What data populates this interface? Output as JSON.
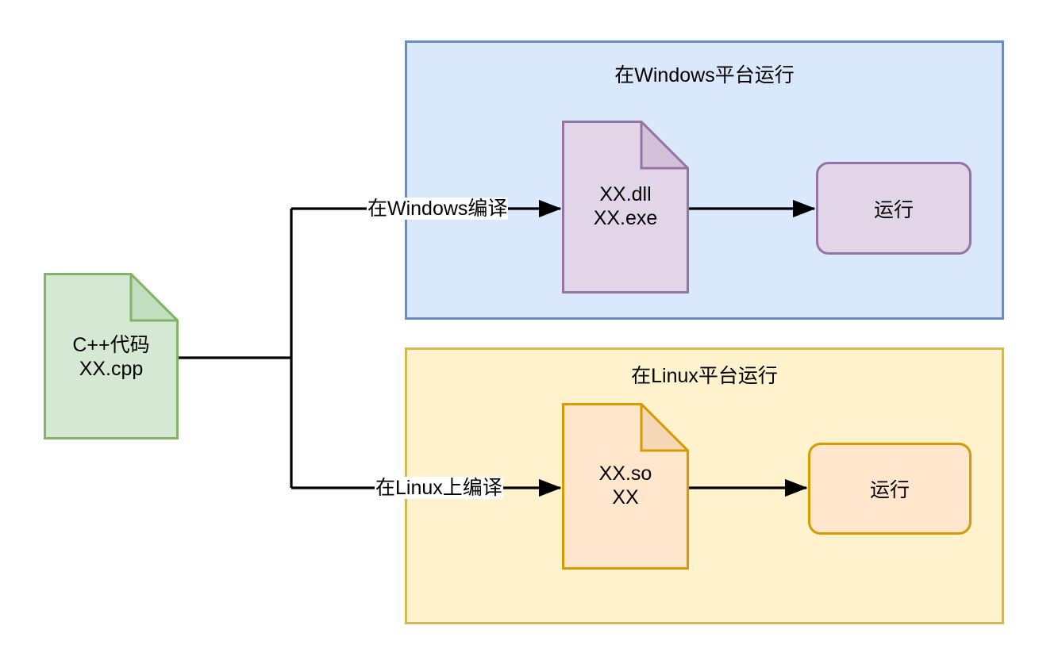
{
  "diagram": {
    "title": "C++ cross-platform compilation flow",
    "background": "#ffffff"
  },
  "nodes": {
    "source": {
      "name": "source-document",
      "shape": "document",
      "line1": "C++代码",
      "line2": "XX.cpp",
      "fill": "#d5e8d4",
      "stroke": "#82b366",
      "fold_fill": "#c3ddc0"
    },
    "windows_artifact": {
      "name": "windows-artifact-document",
      "shape": "document",
      "line1": "XX.dll",
      "line2": "XX.exe",
      "fill": "#e1d5e7",
      "stroke": "#9673a6",
      "fold_fill": "#d3c2da"
    },
    "linux_artifact": {
      "name": "linux-artifact-document",
      "shape": "document",
      "line1": "XX.so",
      "line2": "XX",
      "fill": "#ffe6cc",
      "stroke": "#d79b00",
      "fold_fill": "#f4d7b4"
    },
    "run_windows": {
      "name": "run-windows-node",
      "shape": "rounded-rect",
      "label": "运行",
      "fill": "#e1d5e7",
      "stroke": "#9673a6"
    },
    "run_linux": {
      "name": "run-linux-node",
      "shape": "rounded-rect",
      "label": "运行",
      "fill": "#ffe6cc",
      "stroke": "#d79b00"
    }
  },
  "panels": {
    "windows": {
      "title": "在Windows平台运行",
      "fill": "#dae8fc",
      "stroke": "#6c8ebf"
    },
    "linux": {
      "title": "在Linux平台运行",
      "fill": "#fff2cc",
      "stroke": "#d6b656"
    }
  },
  "edges": {
    "compile_windows_label": "在Windows编译",
    "compile_linux_label": "在Linux上编译",
    "stroke": "#000000"
  }
}
